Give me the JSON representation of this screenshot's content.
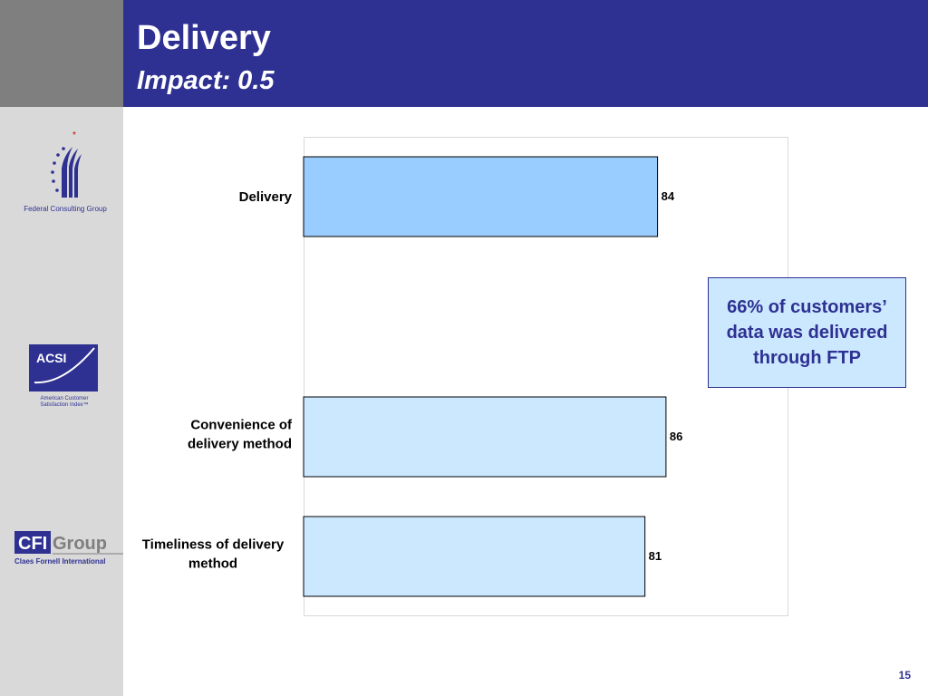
{
  "header": {
    "title": "Delivery",
    "subtitle": "Impact: 0.5"
  },
  "sidebar": {
    "fcg_label": "Federal Consulting Group",
    "acsi_logo_text": "ACSI",
    "acsi_caption": "American Customer Satisfaction Index",
    "cfi_logo_text": "CFI Group",
    "cfi_caption": "Claes Fornell International"
  },
  "callout": {
    "text": "66% of customers’ data was delivered through FTP"
  },
  "page_number": "15",
  "colors": {
    "header": "#2e3192",
    "primary_bar": "#99ccff",
    "secondary_bar": "#cce8ff",
    "callout_bg": "#cce8ff"
  },
  "chart_data": {
    "type": "bar",
    "orientation": "horizontal",
    "categories": [
      "Delivery",
      "Convenience of delivery method",
      "Timeliness of delivery method"
    ],
    "values": [
      84,
      86,
      81
    ],
    "xlim": [
      0,
      100
    ],
    "grid": false,
    "legend": "none"
  }
}
